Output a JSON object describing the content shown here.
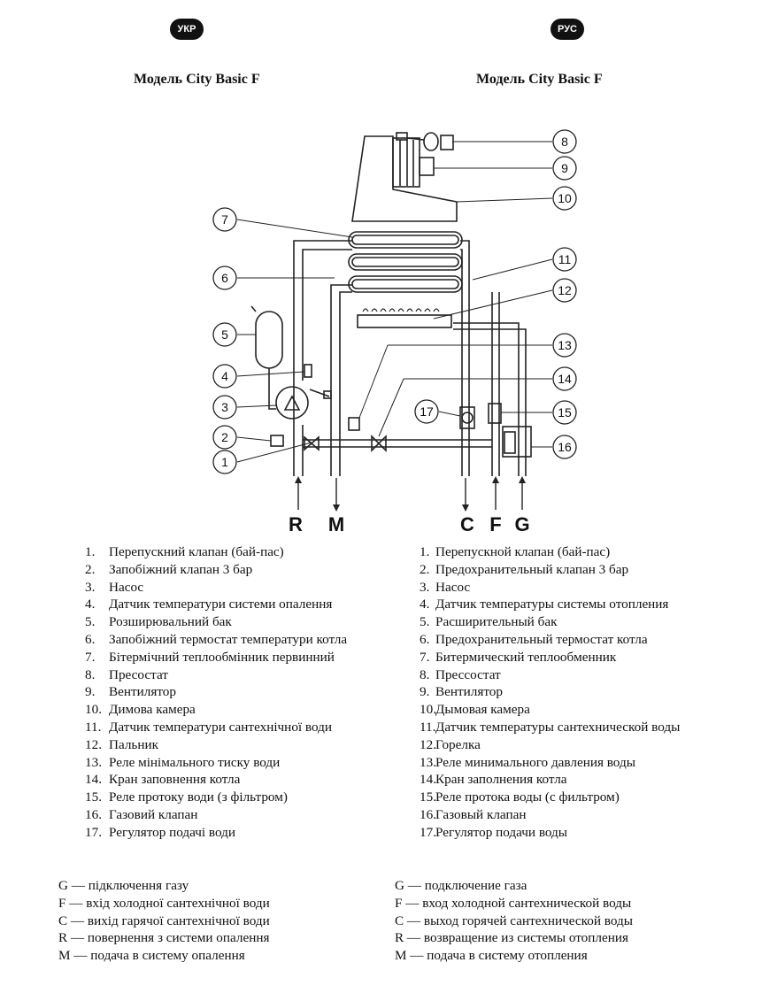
{
  "header": {
    "badge_ukr": "УКР",
    "badge_rus": "РУС",
    "model_ukr": "Модель City Basic F",
    "model_rus": "Модель City Basic F"
  },
  "diagram": {
    "callouts": [
      "1",
      "2",
      "3",
      "4",
      "5",
      "6",
      "7",
      "8",
      "9",
      "10",
      "11",
      "12",
      "13",
      "14",
      "15",
      "16",
      "17"
    ],
    "connections": [
      "R",
      "M",
      "C",
      "F",
      "G"
    ]
  },
  "parts_ukr": [
    {
      "n": "1.",
      "t": "Перепускний клапан (бай-пас)"
    },
    {
      "n": "2.",
      "t": "Запобіжний клапан 3 бар"
    },
    {
      "n": "3.",
      "t": "Насос"
    },
    {
      "n": "4.",
      "t": "Датчик температури системи опалення"
    },
    {
      "n": "5.",
      "t": "Розширювальний бак"
    },
    {
      "n": "6.",
      "t": "Запобіжний термостат температури котла"
    },
    {
      "n": "7.",
      "t": "Бітермічний теплообмінник первинний"
    },
    {
      "n": "8.",
      "t": "Пресостат"
    },
    {
      "n": "9.",
      "t": "Вентилятор"
    },
    {
      "n": "10.",
      "t": "Димова камера"
    },
    {
      "n": "11.",
      "t": "Датчик температури сантехнічної води"
    },
    {
      "n": "12.",
      "t": "Пальник"
    },
    {
      "n": "13.",
      "t": "Реле мінімального тиску води"
    },
    {
      "n": "14.",
      "t": "Кран заповнення котла"
    },
    {
      "n": "15.",
      "t": "Реле протоку води (з фільтром)"
    },
    {
      "n": "16.",
      "t": "Газовий клапан"
    },
    {
      "n": "17.",
      "t": "Регулятор подачі води"
    }
  ],
  "parts_rus": [
    {
      "n": "1.",
      "t": "Перепускной клапан (бай-пас)"
    },
    {
      "n": "2.",
      "t": "Предохранительный клапан 3 бар"
    },
    {
      "n": "3.",
      "t": "Насос"
    },
    {
      "n": "4.",
      "t": "Датчик температуры системы отопления"
    },
    {
      "n": "5.",
      "t": "Расширительный бак"
    },
    {
      "n": "6.",
      "t": "Предохранительный термостат котла"
    },
    {
      "n": "7.",
      "t": "Битермический теплообменник"
    },
    {
      "n": "8.",
      "t": "Прессостат"
    },
    {
      "n": "9.",
      "t": "Вентилятор"
    },
    {
      "n": "10.",
      "t": "Дымовая камера"
    },
    {
      "n": "11.",
      "t": "Датчик температуры сантехнической воды"
    },
    {
      "n": "12.",
      "t": "Горелка"
    },
    {
      "n": "13.",
      "t": "Реле минимального давления воды"
    },
    {
      "n": "14.",
      "t": "Кран заполнения котла"
    },
    {
      "n": "15.",
      "t": "Реле протока воды (с фильтром)"
    },
    {
      "n": "16.",
      "t": "Газовый клапан"
    },
    {
      "n": "17.",
      "t": "Регулятор подачи воды"
    }
  ],
  "legend_ukr": [
    "G — підключення газу",
    "F — вхід холодної сантехнічної води",
    "C — вихід гарячої сантехнічної води",
    "R — повернення з системи опалення",
    "M — подача в систему опалення"
  ],
  "legend_rus": [
    "G — подключение газа",
    "F — вход холодной сантехнической воды",
    "C — выход горячей сантехнической воды",
    "R — возвращение из системы отопления",
    "M — подача в систему отопления"
  ]
}
